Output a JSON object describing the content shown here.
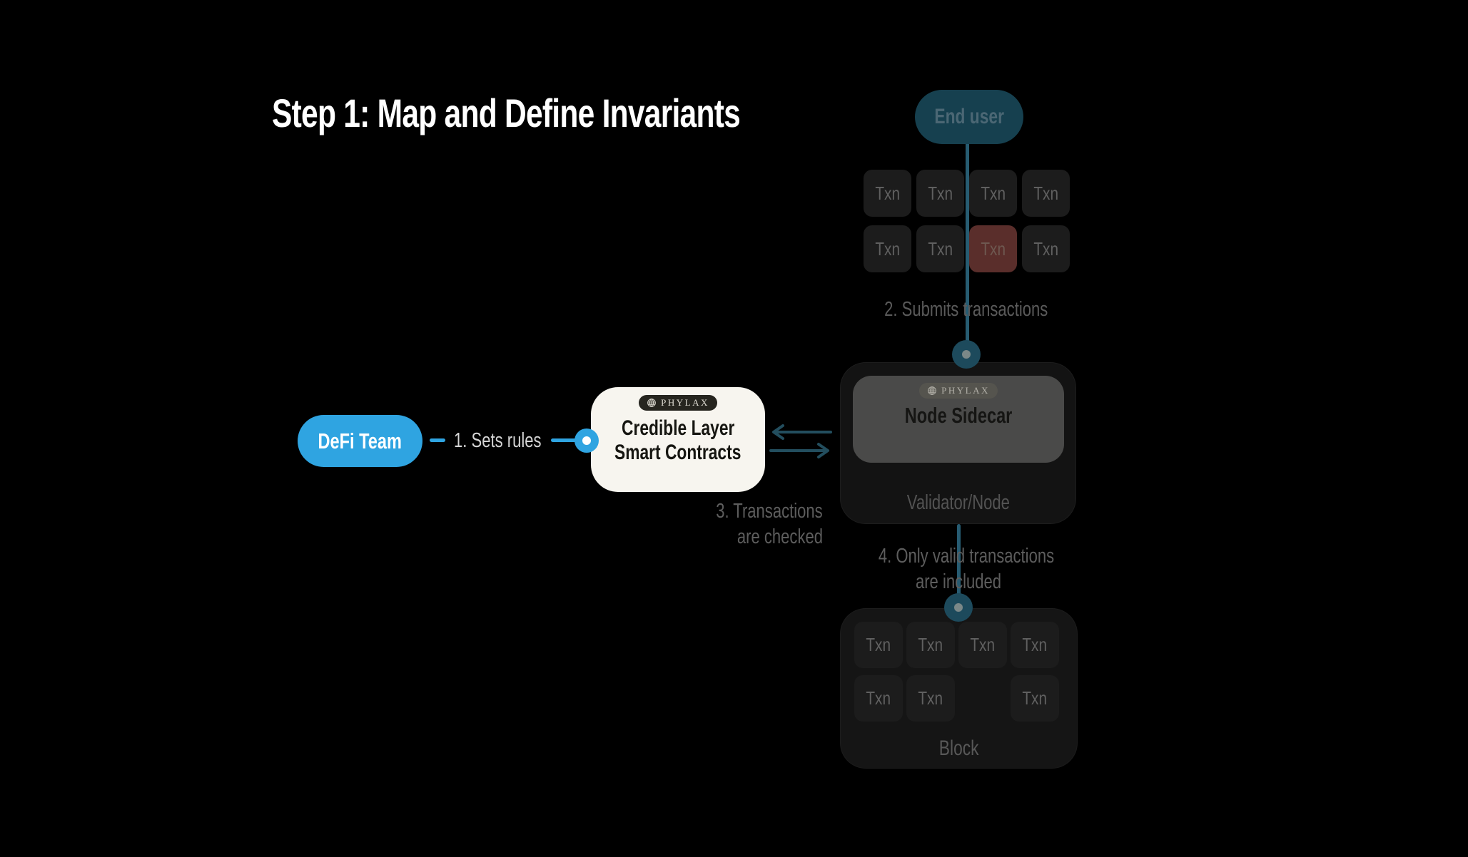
{
  "title": "Step 1: Map and Define Invariants",
  "end_user": {
    "label": "End user"
  },
  "defi_team": {
    "label": "DeFi Team"
  },
  "steps": {
    "step1": "1. Sets rules",
    "step2": "2. Submits transactions",
    "step3": [
      "3. Transactions",
      "are checked"
    ],
    "step4": [
      "4. Only valid transactions",
      "are included"
    ]
  },
  "top_grid": {
    "cells": [
      "Txn",
      "Txn",
      "Txn",
      "Txn",
      "Txn",
      "Txn",
      "Txn",
      "Txn"
    ],
    "invalid_index": 6
  },
  "credible_card": {
    "badge_label": "PHYLAX",
    "title_line1": "Credible Layer",
    "title_line2": "Smart Contracts"
  },
  "validator": {
    "badge_label": "PHYLAX",
    "node_label": "Node Sidecar",
    "caption": "Validator/Node"
  },
  "block": {
    "cells": [
      "Txn",
      "Txn",
      "Txn",
      "Txn",
      "Txn",
      "Txn",
      null,
      "Txn"
    ],
    "caption": "Block"
  },
  "colors": {
    "background": "#000000",
    "accent_blue": "#2fa4e1",
    "teal_line": "#275c72",
    "teal_dot": "#1d4a5c",
    "end_user_pill": "#16404f",
    "txn_cell": "#1c1c1c",
    "invalid_txn": "#5a2e2b",
    "card_bg": "#f7f5ef",
    "node_box": "#4a4a49",
    "container_bg": "#131313",
    "label_gray": "#5a5a5a"
  }
}
